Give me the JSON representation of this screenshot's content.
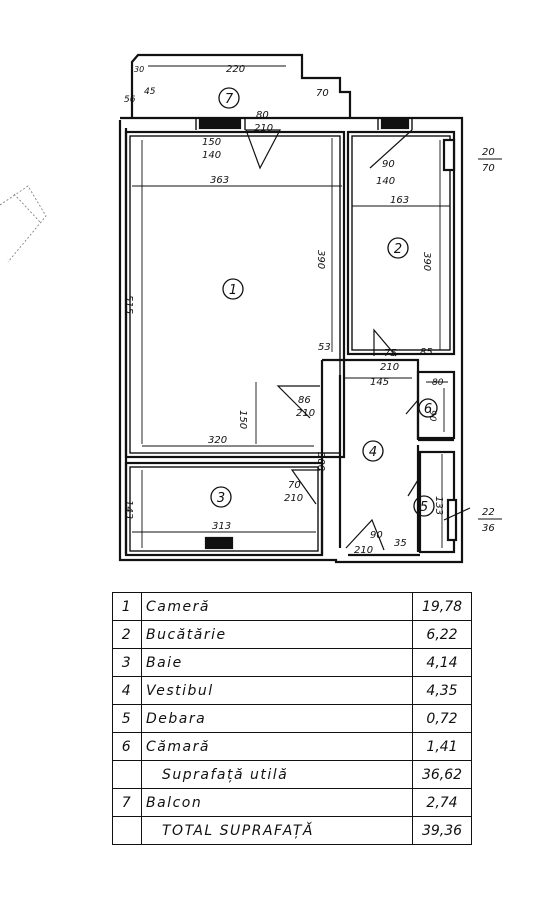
{
  "plan": {
    "room_numbers": [
      "1",
      "2",
      "3",
      "4",
      "5",
      "6",
      "7"
    ],
    "dims": {
      "balcony_len": "220",
      "balcony_right": "70",
      "balcony_left_top": "30",
      "balcony_left_a": "56",
      "balcony_left_b": "45",
      "win1_w": "80",
      "win1_h": "210",
      "win1_a": "150",
      "win1_b": "140",
      "win2_a": "90",
      "win2_b": "140",
      "frac_tr_a": "20",
      "frac_tr_b": "70",
      "room1_w": "363",
      "room1_h": "390",
      "room1_len": "515",
      "room1_gap": "53",
      "room1_small": "150",
      "room2_w": "163",
      "room2_h": "390",
      "door_k_a": "75",
      "door_k_b": "210",
      "door_85": "85",
      "vest_w": "145",
      "door_86_a": "86",
      "door_86_b": "210",
      "room6_w": "80",
      "room6_h": "90",
      "room3_wtop": "320",
      "room3_dim300": "300",
      "room3_h": "143",
      "room3_w": "313",
      "door_3_a": "70",
      "door_3_b": "210",
      "door_main_a": "90",
      "door_main_b": "210",
      "dim_35": "35",
      "room5_h": "133",
      "frac_br_a": "22",
      "frac_br_b": "36"
    }
  },
  "table": {
    "rows": [
      {
        "num": "1",
        "label": "Cameră",
        "value": "19,78"
      },
      {
        "num": "2",
        "label": "Bucătărie",
        "value": "6,22"
      },
      {
        "num": "3",
        "label": "Baie",
        "value": "4,14"
      },
      {
        "num": "4",
        "label": "Vestibul",
        "value": "4,35"
      },
      {
        "num": "5",
        "label": "Debara",
        "value": "0,72"
      },
      {
        "num": "6",
        "label": "Cămară",
        "value": "1,41"
      },
      {
        "num": "",
        "label": "Suprafață utilă",
        "value": "36,62"
      },
      {
        "num": "7",
        "label": "Balcon",
        "value": "2,74"
      },
      {
        "num": "",
        "label": "TOTAL SUPRAFAȚĂ",
        "value": "39,36"
      }
    ]
  }
}
